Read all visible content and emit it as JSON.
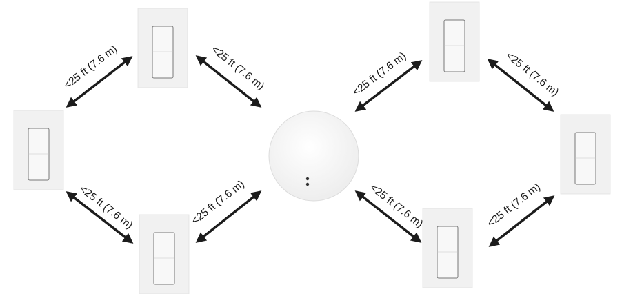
{
  "diagram": {
    "distance_label": "<25 ft (7.6 m)",
    "colors": {
      "arrow": "#1c1c1c",
      "wallplate": "#f1f1f1",
      "wallplate_edge": "#e2e2e2",
      "switch_body": "#f8f8f8",
      "switch_line": "#777777",
      "hub": "#f4f4f4",
      "hub_edge": "#dcdcdc",
      "hub_led": "#333333"
    },
    "devices": [
      {
        "id": "switch-top-left",
        "type": "wall-switch"
      },
      {
        "id": "switch-left",
        "type": "wall-switch"
      },
      {
        "id": "switch-bottom-left",
        "type": "wall-switch"
      },
      {
        "id": "switch-top-right",
        "type": "wall-switch"
      },
      {
        "id": "switch-right",
        "type": "wall-switch"
      },
      {
        "id": "switch-bottom-right",
        "type": "wall-switch"
      },
      {
        "id": "smart-bridge-hub",
        "type": "hub"
      }
    ],
    "links": [
      {
        "from": "switch-top-left",
        "to": "switch-left",
        "label": "<25 ft (7.6 m)"
      },
      {
        "from": "switch-top-left",
        "to": "smart-bridge-hub",
        "label": "<25 ft (7.6 m)"
      },
      {
        "from": "switch-left",
        "to": "switch-bottom-left",
        "label": "<25 ft (7.6 m)"
      },
      {
        "from": "switch-bottom-left",
        "to": "smart-bridge-hub",
        "label": "<25 ft (7.6 m)"
      },
      {
        "from": "smart-bridge-hub",
        "to": "switch-top-right",
        "label": "<25 ft (7.6 m)"
      },
      {
        "from": "switch-top-right",
        "to": "switch-right",
        "label": "<25 ft (7.6 m)"
      },
      {
        "from": "smart-bridge-hub",
        "to": "switch-bottom-right",
        "label": "<25 ft (7.6 m)"
      },
      {
        "from": "switch-bottom-right",
        "to": "switch-right",
        "label": "<25 ft (7.6 m)"
      }
    ]
  }
}
